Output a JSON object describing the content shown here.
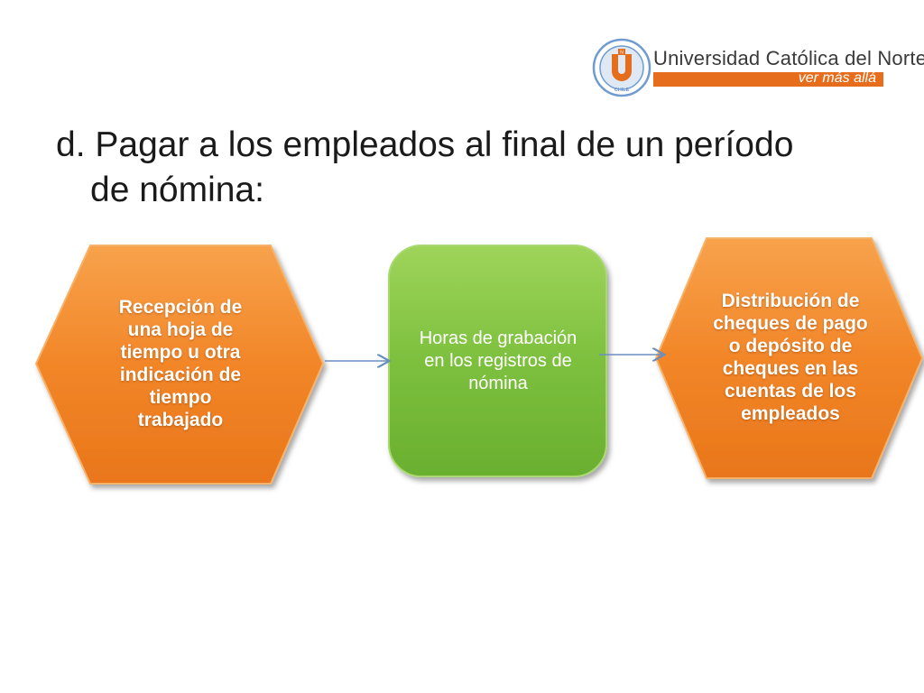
{
  "header": {
    "university_name": "Universidad Católica del Norte",
    "tagline": "ver más allá",
    "seal_text": "CHILE",
    "brand_color": "#e56d1c",
    "seal_color": "#5a8fc7"
  },
  "title": {
    "line1": "d. Pagar a los empleados al final de un período",
    "line2": "de nómina:"
  },
  "flow": {
    "step1": "Recepción de una hoja de tiempo u otra indicación de tiempo trabajado",
    "step2": "Horas de grabación en los registros de nómina",
    "step3": "Distribución de cheques de pago o depósito de cheques en las cuentas de los empleados"
  },
  "colors": {
    "orange": "#f08a2c",
    "green": "#7cbf3e",
    "arrow": "#6a8fc0"
  }
}
